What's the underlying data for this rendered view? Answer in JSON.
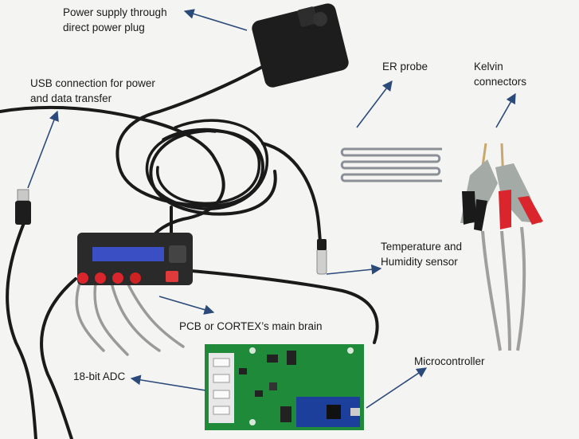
{
  "labels": {
    "power_supply": "Power supply through\ndirect power plug",
    "usb": "USB connection for power\nand data transfer",
    "er_probe": "ER probe",
    "kelvin": "Kelvin\nconnectors",
    "temp_humidity": "Temperature and\nHumidity sensor",
    "pcb": "PCB or CORTEX’s main brain",
    "adc": "18-bit ADC",
    "microcontroller": "Microcontroller"
  },
  "colors": {
    "arrow": "#2b4a7a",
    "cable": "#1a1a1a",
    "pcb_green": "#1f8a3a",
    "arduino_blue": "#1c3f9c",
    "kelvin_red": "#d9252b",
    "lcd_blue": "#3a4fc4"
  }
}
